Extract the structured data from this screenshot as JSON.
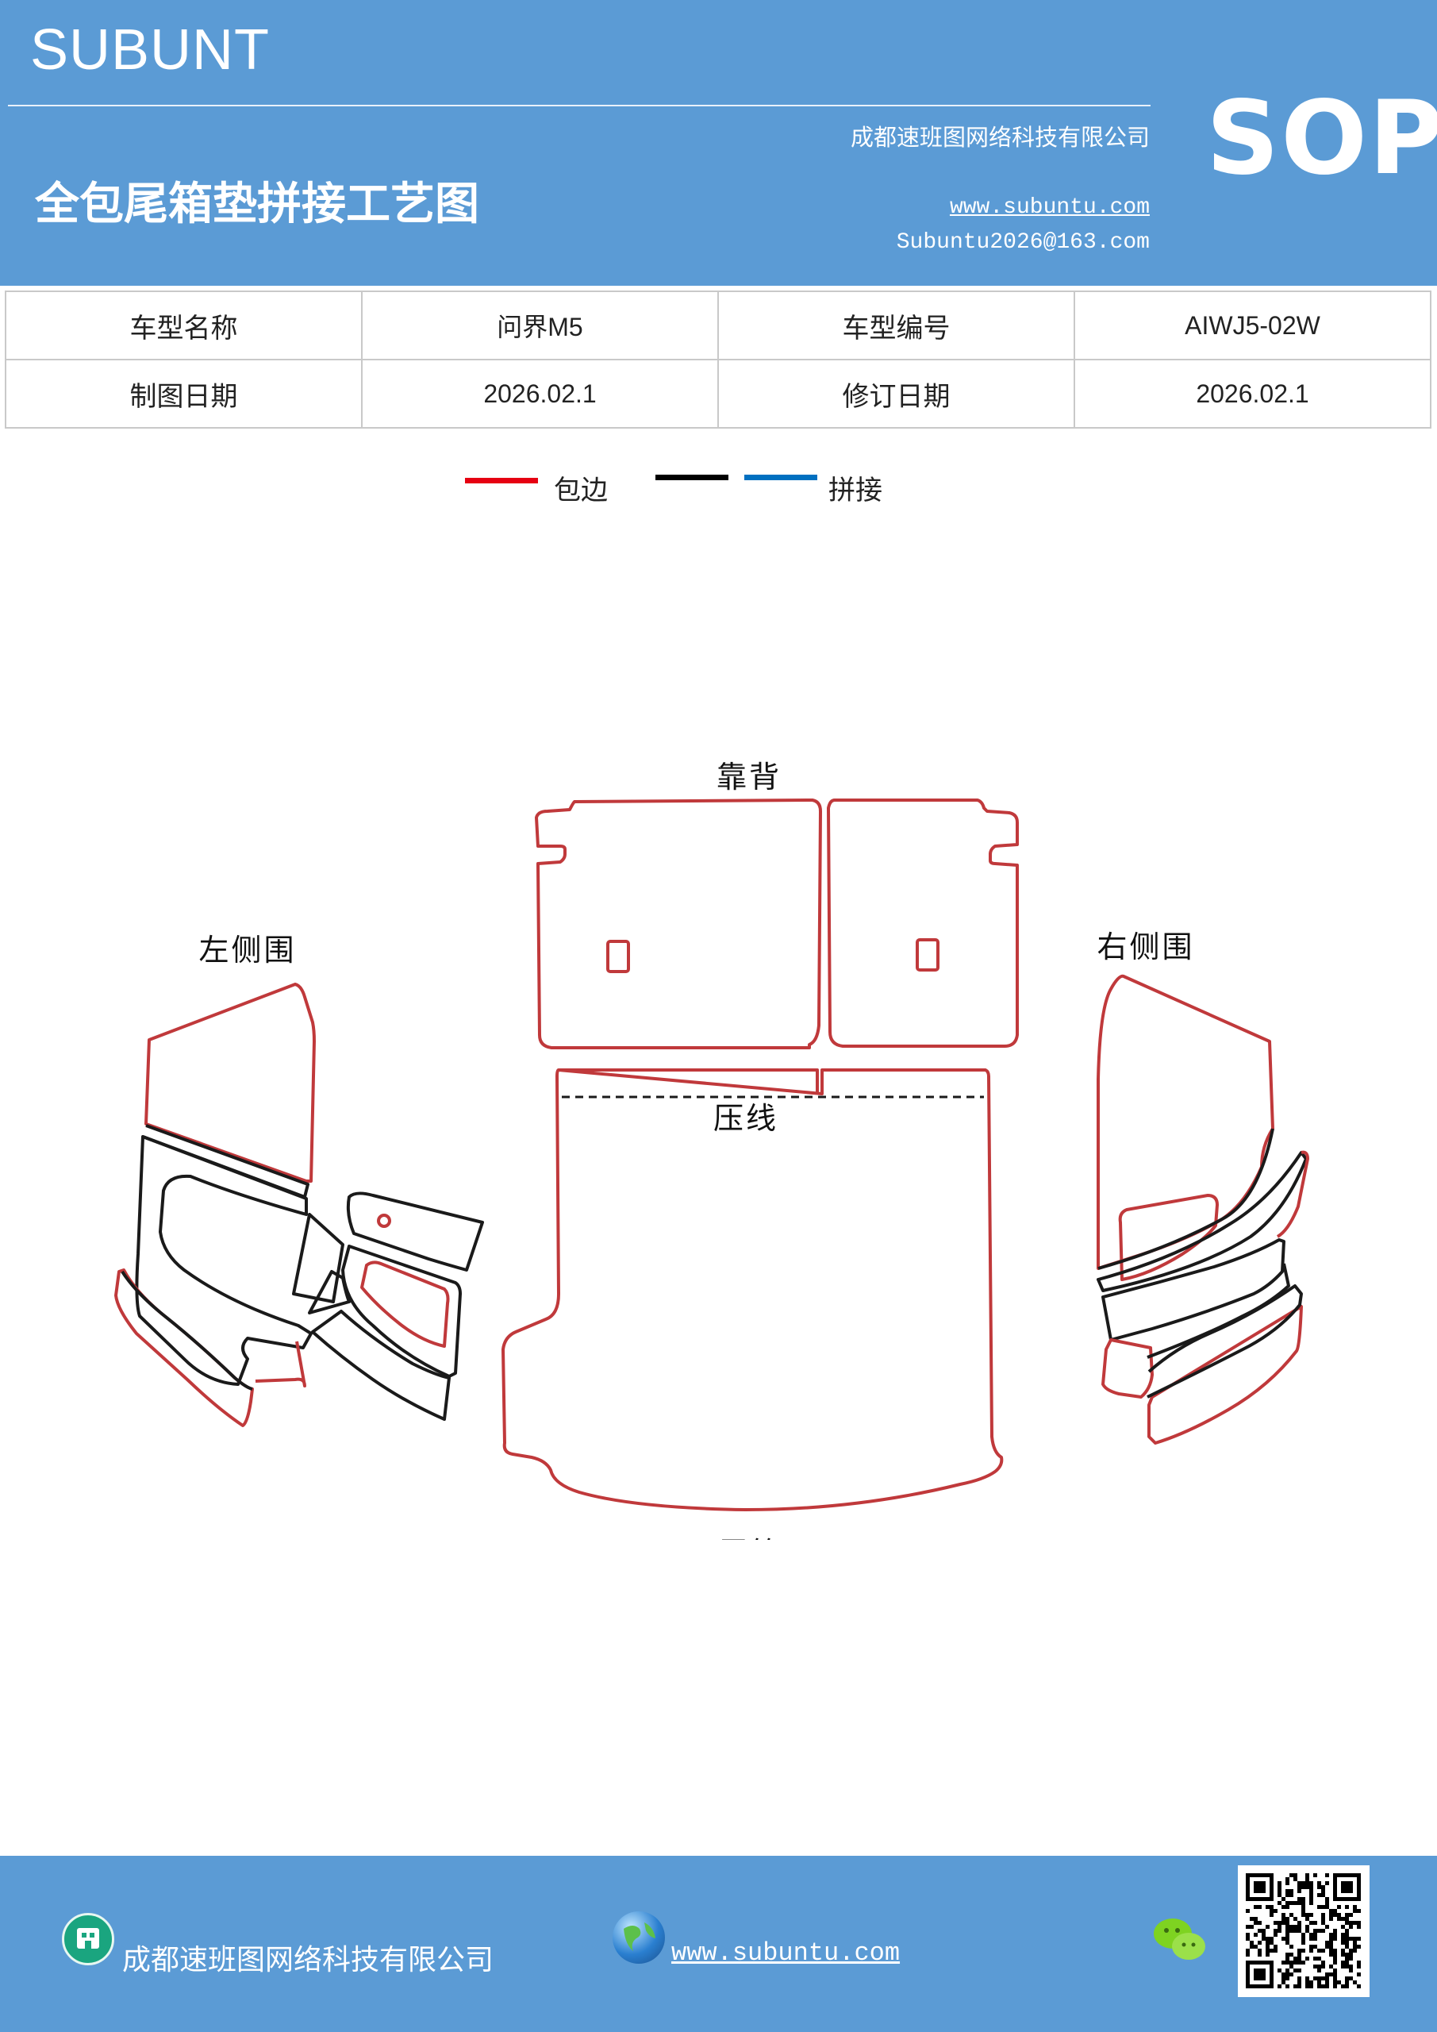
{
  "header": {
    "brand": "SUBUNT",
    "company": "成都速班图网络科技有限公司",
    "title": "全包尾箱垫拼接工艺图",
    "website": "www.subuntu.com",
    "email": "Subuntu2026@163.com",
    "badge": "SOP"
  },
  "info": {
    "model_name_label": "车型名称",
    "model_name_value": "问界M5",
    "model_code_label": "车型编号",
    "model_code_value": "AIWJ5-02W",
    "draw_date_label": "制图日期",
    "draw_date_value": "2026.02.1",
    "revise_date_label": "修订日期",
    "revise_date_value": "2026.02.1"
  },
  "legend": {
    "items": [
      {
        "label": "包边",
        "color": "#e60012"
      },
      {
        "label": "",
        "color": "#000000"
      },
      {
        "label": "拼接",
        "color": "#0070c0"
      }
    ]
  },
  "diagram": {
    "label_backrest": "靠背",
    "label_left": "左侧围",
    "label_right": "右侧围",
    "label_press": "压线",
    "label_trunk": "尾箱",
    "colors": {
      "edge": "#c0393b",
      "seam": "#1a1a1a"
    }
  },
  "footer": {
    "company": "成都速班图网络科技有限公司",
    "website": "www.subuntu.com"
  }
}
